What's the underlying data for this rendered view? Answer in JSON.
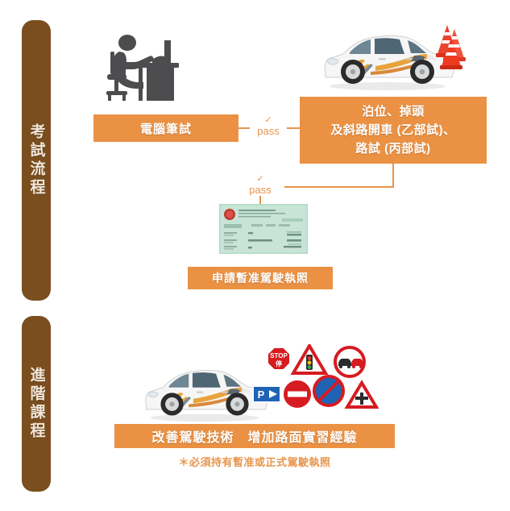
{
  "page": {
    "background": "#ffffff",
    "orange": "#EA9144",
    "brown": "#7A4E1E",
    "connector_color": "#E8954C"
  },
  "sections": [
    {
      "id": "exam-flow",
      "label": "考試流程"
    },
    {
      "id": "advanced-course",
      "label": "進階課程"
    }
  ],
  "flow": {
    "written_test": {
      "label": "電腦筆試"
    },
    "practical_test": {
      "line1": "泊位、掉頭",
      "line2": "及斜路開車 (乙部試)、",
      "line3": "路試 (丙部試)"
    },
    "provisional_licence": {
      "label": "申請暫准駕駛執照"
    },
    "pass_1": {
      "tick": "✓",
      "label": "pass"
    },
    "pass_2": {
      "tick": "✓",
      "label": "pass"
    }
  },
  "advanced": {
    "improve": {
      "label": "改善駕駛技術　增加路面實習經驗"
    },
    "footnote": "＊必須持有暫准或正式駕駛執照"
  },
  "icons": {
    "worker": "person-at-computer-icon",
    "car_top": "white-car-icon",
    "car_bottom": "white-car-icon",
    "cones": "traffic-cones-icon",
    "licence": "licence-card-icon",
    "signs": [
      {
        "name": "stop-sign-icon",
        "text_en": "STOP",
        "text_zh": "停"
      },
      {
        "name": "traffic-light-warning-sign-icon"
      },
      {
        "name": "no-overtaking-sign-icon"
      },
      {
        "name": "parking-direction-sign-icon",
        "text": "P"
      },
      {
        "name": "no-entry-sign-icon"
      },
      {
        "name": "no-waiting-sign-icon"
      },
      {
        "name": "crossroads-warning-sign-icon"
      }
    ]
  }
}
